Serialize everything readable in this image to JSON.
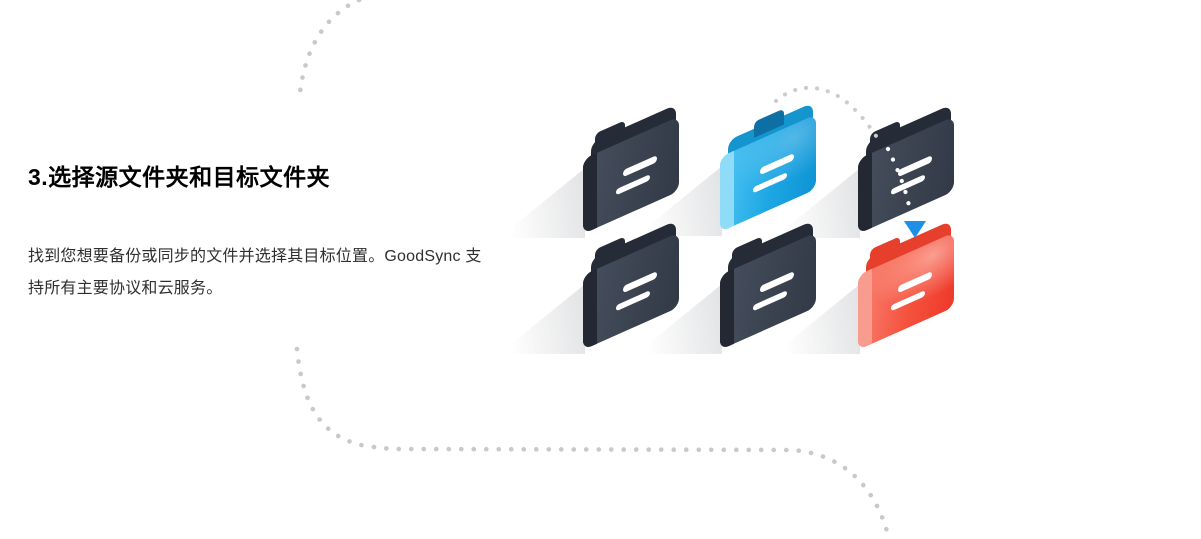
{
  "section": {
    "heading": "3.选择源文件夹和目标文件夹",
    "description": "找到您想要备份或同步的文件并选择其目标位置。GoodSync 支持所有主要协议和云服务。"
  },
  "illustration": {
    "folders": [
      {
        "name": "folder-dark-top-left",
        "role": "source",
        "colors": {
          "c1": "#47505e",
          "c2": "#3b4351",
          "c3": "#323947",
          "back": "#262c37",
          "side": "#232833",
          "tab": "#262c37",
          "tabLeft": "12px"
        }
      },
      {
        "name": "folder-blue-top-middle",
        "role": "source-highlight",
        "colors": {
          "c1": "#53c6f4",
          "c2": "#1ca7e4",
          "c3": "#0f93d4",
          "back": "#1595cd",
          "side": "#8edcf8",
          "tab": "#0d6fa4",
          "tabLeft": "34px",
          "hl": "rgba(255,255,255,0.25)"
        }
      },
      {
        "name": "folder-dark-top-right",
        "role": "target-host",
        "colors": {
          "c1": "#47505e",
          "c2": "#3b4351",
          "c3": "#323947",
          "back": "#262c37",
          "side": "#232833",
          "tab": "#262c37",
          "tabLeft": "12px"
        }
      },
      {
        "name": "folder-dark-bottom-left",
        "role": "folder",
        "colors": {
          "c1": "#47505e",
          "c2": "#3b4351",
          "c3": "#323947",
          "back": "#262c37",
          "side": "#232833",
          "tab": "#262c37",
          "tabLeft": "12px"
        }
      },
      {
        "name": "folder-dark-bottom-middle",
        "role": "folder",
        "colors": {
          "c1": "#47505e",
          "c2": "#3b4351",
          "c3": "#323947",
          "back": "#262c37",
          "side": "#232833",
          "tab": "#262c37",
          "tabLeft": "12px"
        }
      },
      {
        "name": "folder-red-bottom-right",
        "role": "target-highlight",
        "colors": {
          "c1": "#f98575",
          "c2": "#f5523e",
          "c3": "#ee392a",
          "back": "#e6402d",
          "side": "#f89c8f",
          "tab": "#e6402d",
          "tabLeft": "12px",
          "hl": "rgba(255,214,204,0.6)"
        }
      }
    ],
    "flow": {
      "arc_dot_color": "#cccccc",
      "on_folder_dot_color": "#ffffff",
      "arrow_icon": "down-triangle",
      "arrow_color": "#1e8fe6"
    },
    "page_curve_dot_color": "#c9c9c9"
  }
}
